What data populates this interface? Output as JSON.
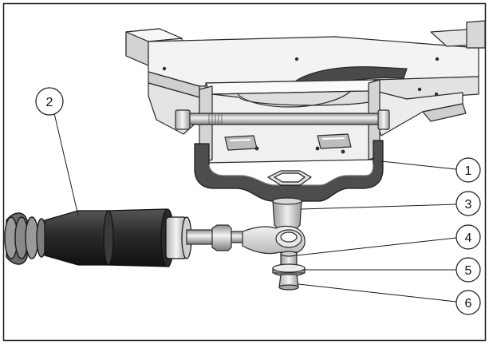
{
  "figure": {
    "callouts": [
      {
        "id": "callout-1",
        "label": "1"
      },
      {
        "id": "callout-2",
        "label": "2"
      },
      {
        "id": "callout-3",
        "label": "3"
      },
      {
        "id": "callout-4",
        "label": "4"
      },
      {
        "id": "callout-5",
        "label": "5"
      },
      {
        "id": "callout-6",
        "label": "6"
      }
    ]
  },
  "colors": {
    "frame": "#1a1a1a",
    "steel_light": "#e6e6e6",
    "steel_mid": "#bdbdbd",
    "steel_dark": "#8a8a8a",
    "rubber": "#2d2d2d",
    "spring": "#6b6b6b"
  }
}
